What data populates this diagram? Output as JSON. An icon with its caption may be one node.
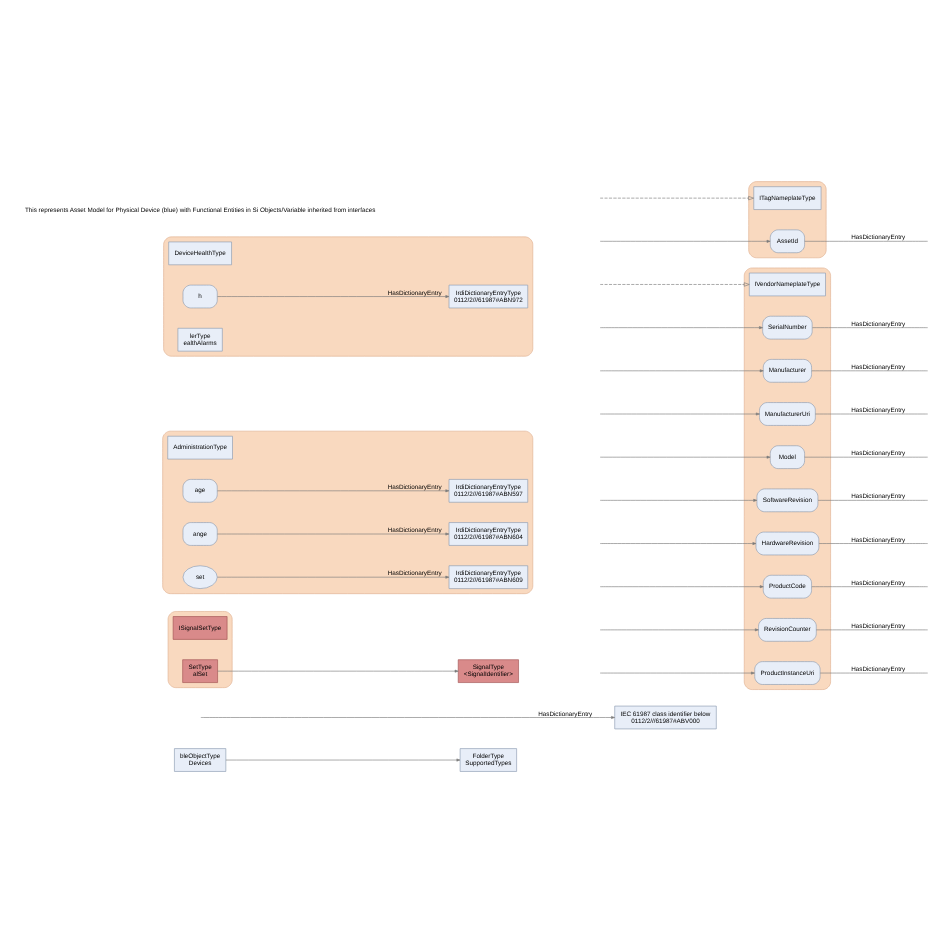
{
  "diagram": {
    "nodes": [
      {
        "text": [
          "bleObjectType",
          "Devices"
        ]
      },
      {
        "text": [
          "FolderType",
          "SupportedTypes"
        ]
      },
      {
        "text": [
          "IEC 61987 class identifier below",
          "0112/2///61987#ABV000"
        ]
      },
      {
        "text": [],
        "shape": "box"
      },
      {
        "text": [
          "ISignalSetType"
        ],
        "in": 3
      },
      {
        "text": [
          "SetType",
          "alSet"
        ],
        "in": 3
      },
      {
        "text": [
          "SignalType",
          "<SignalIdentifier>"
        ]
      },
      {
        "text": [],
        "shape": "box"
      },
      {
        "text": [
          "AdministrationType"
        ],
        "in": 7
      },
      {
        "text": [
          "age"
        ],
        "in": 7
      },
      {
        "text": [
          "IrdiDictionaryEntryType",
          "0112/2///61987#ABN597"
        ],
        "in": 7
      },
      {
        "text": [
          "ange"
        ],
        "in": 7
      },
      {
        "text": [
          "IrdiDictionaryEntryType",
          "0112/2///61987#ABN604"
        ],
        "in": 7
      },
      {
        "text": [
          "set"
        ],
        "in": 7
      },
      {
        "text": [
          "IrdiDictionaryEntryType",
          "0112/2///61987#ABN609"
        ],
        "in": 7
      },
      {
        "text": [],
        "shape": "box"
      },
      {
        "text": [
          "DeviceHealthType"
        ],
        "in": 15
      },
      {
        "text": [
          "h"
        ],
        "in": 15
      },
      {
        "text": [
          "IrdiDictionaryEntryType",
          "0112/2///61987#ABN972"
        ],
        "in": 15
      },
      {
        "text": [
          "lerType",
          "ealthAlarms"
        ],
        "in": 15
      },
      {
        "text": [],
        "shape": "box"
      },
      {
        "text": [
          "ITagNameplateType"
        ],
        "in": 20
      },
      {
        "text": [
          "AssetId"
        ],
        "in": 20
      },
      {
        "text": [],
        "shape": "box"
      },
      {
        "text": [
          "IVendorNameplateType"
        ],
        "in": 23
      },
      {
        "text": [
          "SerialNumber"
        ],
        "in": 23
      },
      {
        "text": [
          "Manufacturer"
        ],
        "in": 23
      },
      {
        "text": [
          "ManufacturerUri"
        ],
        "in": 23
      },
      {
        "text": [
          "Model"
        ],
        "in": 23
      },
      {
        "text": [
          "SoftwareRevision"
        ],
        "in": 23
      },
      {
        "text": [
          "HardwareRevision"
        ],
        "in": 23
      },
      {
        "text": [
          "ProductCode"
        ],
        "in": 23
      },
      {
        "text": [
          "RevisionCounter"
        ],
        "in": 23
      },
      {
        "text": [
          "ProductInstanceUri"
        ],
        "in": 23
      }
    ],
    "edges": [
      {
        "from": 0,
        "to": 1,
        "arrow": "to"
      },
      {
        "from": null,
        "to": 2,
        "arrow": "to",
        "label": "HasDictionaryEntry"
      },
      {
        "from": 5,
        "to": 6,
        "arrow": "to"
      },
      {
        "from": 9,
        "to": 10,
        "arrow": "to",
        "label": "HasDictionaryEntry"
      },
      {
        "from": 11,
        "to": 12,
        "arrow": "to",
        "label": "HasDictionaryEntry"
      },
      {
        "from": 13,
        "to": 14,
        "arrow": "to",
        "label": "HasDictionaryEntry"
      },
      {
        "from": 17,
        "to": 18,
        "arrow": "to",
        "label": "HasDictionaryEntry"
      },
      {
        "from": null,
        "to": 21,
        "arrow": "to",
        "style": "dashed"
      },
      {
        "from": null,
        "to": 22,
        "arrow": "to"
      },
      {
        "from": 22,
        "to": null,
        "arrow": "none",
        "label": "HasDictionaryEntry"
      },
      {
        "from": null,
        "to": 24,
        "arrow": "to",
        "style": "dashed"
      },
      {
        "from": null,
        "to": 25,
        "arrow": "to"
      },
      {
        "from": 25,
        "to": null,
        "arrow": "none",
        "label": "HasDictionaryEntry"
      },
      {
        "from": null,
        "to": 26,
        "arrow": "to"
      },
      {
        "from": 26,
        "to": null,
        "arrow": "none",
        "label": "HasDictionaryEntry"
      },
      {
        "from": null,
        "to": 27,
        "arrow": "to"
      },
      {
        "from": 27,
        "to": null,
        "arrow": "none",
        "label": "HasDictionaryEntry"
      },
      {
        "from": null,
        "to": 28,
        "arrow": "to"
      },
      {
        "from": 28,
        "to": null,
        "arrow": "none",
        "label": "HasDictionaryEntry"
      },
      {
        "from": null,
        "to": 29,
        "arrow": "to"
      },
      {
        "from": 29,
        "to": null,
        "arrow": "none",
        "label": "HasDictionaryEntry"
      },
      {
        "from": null,
        "to": 30,
        "arrow": "to"
      },
      {
        "from": 30,
        "to": null,
        "arrow": "none",
        "label": "HasDictionaryEntry"
      },
      {
        "from": null,
        "to": 31,
        "arrow": "to"
      },
      {
        "from": 31,
        "to": null,
        "arrow": "none",
        "label": "HasDictionaryEntry"
      },
      {
        "from": null,
        "to": 32,
        "arrow": "to"
      },
      {
        "from": 32,
        "to": null,
        "arrow": "none",
        "label": "HasDictionaryEntry"
      },
      {
        "from": null,
        "to": 33,
        "arrow": "to"
      },
      {
        "from": 33,
        "to": null,
        "arrow": "none",
        "label": "HasDictionaryEntry"
      }
    ],
    "labels": [
      "This represents Asset Model for Physical Device (blue) with Functional Entities in Si Objects/Variable inherited from interfaces"
    ]
  }
}
